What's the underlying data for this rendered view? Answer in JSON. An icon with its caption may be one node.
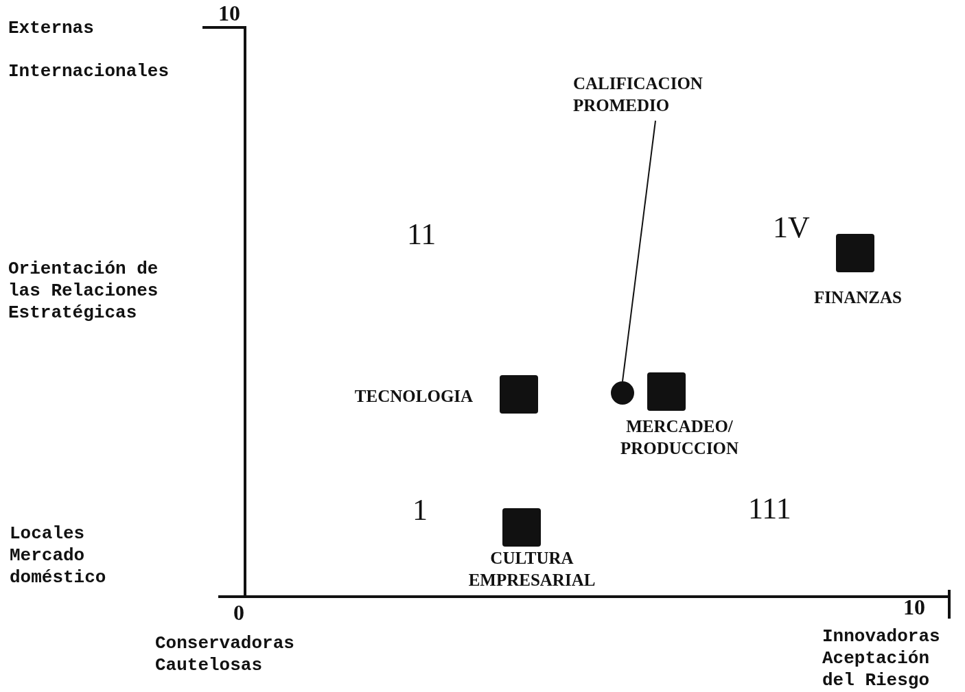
{
  "diagram": {
    "nodes": [
      {
        "text": [
          "CALIFICACION PROMEDIO"
        ]
      },
      {
        "text": [],
        "shape": "circle"
      },
      {
        "text": [],
        "shape": "box",
        "beside": [
          "FINANZAS"
        ]
      },
      {
        "text": [],
        "shape": "box",
        "beside": [
          "TECNOLOGIA"
        ]
      },
      {
        "text": [],
        "shape": "box",
        "beside": [
          "MERCADEO/ PRODUCCION"
        ]
      },
      {
        "text": [],
        "shape": "box",
        "beside": [
          "CULTURA EMPRESARIAL"
        ]
      }
    ],
    "edges": [
      {
        "from": 0,
        "to": 1,
        "arrow": "none"
      }
    ],
    "labels": [
      "10",
      "Externas",
      "Internacionales",
      "11",
      "1V",
      "Orientación de las Relaciones Estratégicas",
      "1",
      "111",
      "Locales Mercado doméstico",
      "0",
      "10",
      "Conservadoras Cautelosas",
      "Innovadoras Aceptación del Riesgo"
    ]
  }
}
